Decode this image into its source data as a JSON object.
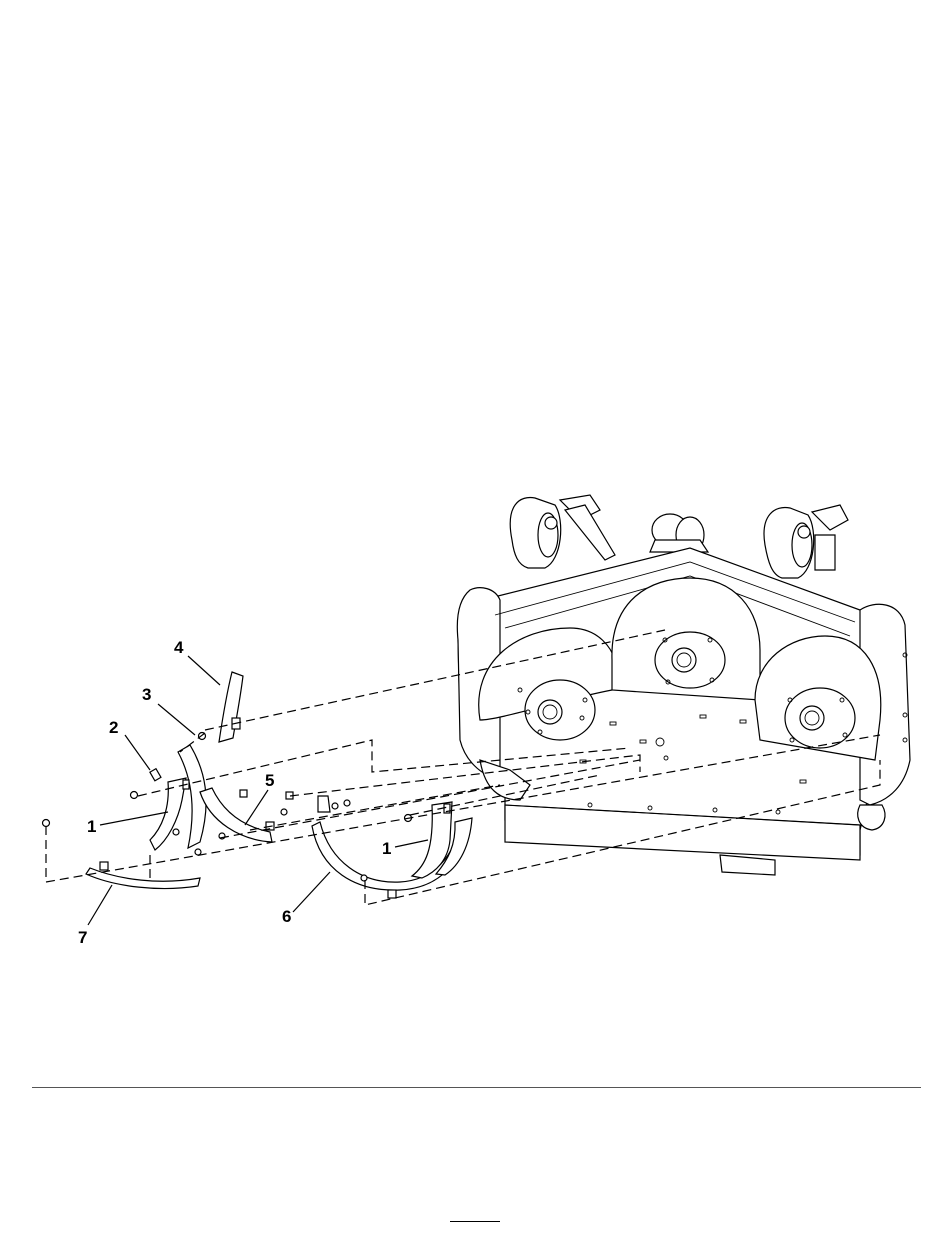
{
  "callouts": {
    "c1a": "1",
    "c1b": "1",
    "c2": "2",
    "c3": "3",
    "c4": "4",
    "c5": "5",
    "c6": "6",
    "c7": "7"
  }
}
